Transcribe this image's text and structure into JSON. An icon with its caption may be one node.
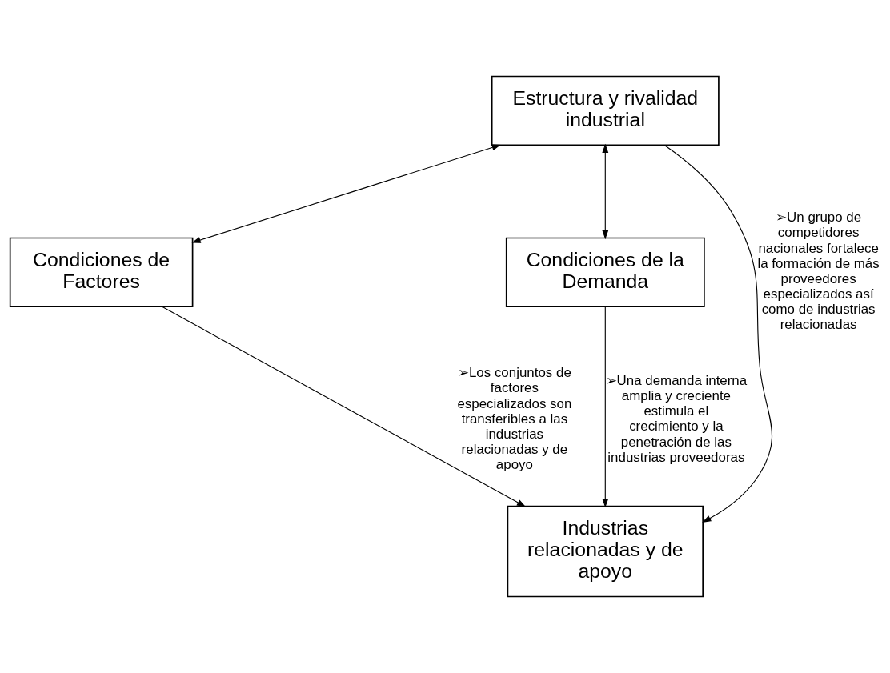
{
  "diagram": {
    "nodes": [
      {
        "text": [
          "Estructura y rivalidad industrial"
        ]
      },
      {
        "text": [
          "Condiciones de Factores"
        ]
      },
      {
        "text": [
          "Condiciones de la Demanda"
        ]
      },
      {
        "text": [
          "Industrias relacionadas y de apoyo"
        ]
      }
    ],
    "edges": [
      {
        "from": 0,
        "to": 1,
        "arrow": "both"
      },
      {
        "from": 0,
        "to": 2,
        "arrow": "both"
      },
      {
        "from": 0,
        "to": 3,
        "arrow": "to",
        "label": "➢Un grupo de competidores nacionales fortalece la formación de más proveedores especializados así como de industrias relacionadas"
      },
      {
        "from": 1,
        "to": 3,
        "arrow": "to",
        "label": "➢Los conjuntos de factores especializados son transferibles a las industrias relacionadas y de apoyo"
      },
      {
        "from": 2,
        "to": 3,
        "arrow": "to",
        "label": "➢Una demanda interna amplia y creciente estimula el crecimiento y la penetración de las industrias proveedoras"
      }
    ]
  }
}
